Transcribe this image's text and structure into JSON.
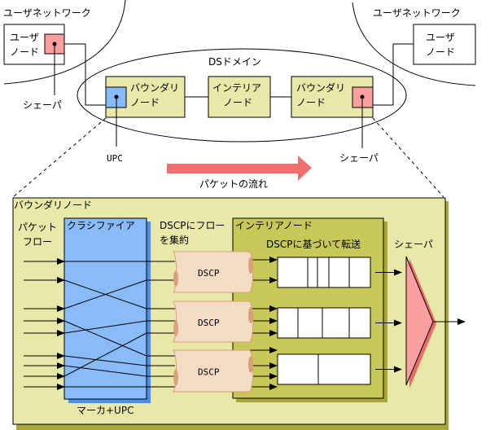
{
  "title": "DiffServ boundary node architecture",
  "colors": {
    "node_fill": "#e8e8a8",
    "node_shadow": "#a8a838",
    "interior_fill": "#c8c858",
    "classifier_fill": "#88bbf8",
    "classifier_shadow": "#4890f0",
    "upc_fill": "#88bbf8",
    "shaper_fill": "#f8a0a0",
    "shaper_shadow": "#f06868",
    "arrow_fill": "#f07070",
    "pipe_fill": "#f4dcc4",
    "pipe_edge": "#d8a078"
  },
  "top": {
    "user_network_left": "ユーザネットワーク",
    "user_network_right": "ユーザネットワーク",
    "user_node_left": [
      "ユーザ",
      "ノード"
    ],
    "user_node_right": [
      "ユーザ",
      "ノード"
    ],
    "ds_domain": "DSドメイン",
    "boundary_node_left": [
      "バウンダリ",
      "ノード"
    ],
    "interior_node": [
      "インテリア",
      "ノード"
    ],
    "boundary_node_right": [
      "バウンダリ",
      "ノード"
    ],
    "shaper_left_label": "シェーパ",
    "shaper_right_label": "シェーパ",
    "upc_label": "UPC",
    "flow_arrow_label": "パケットの流れ"
  },
  "detail": {
    "boundary_node_title": "バウンダリノード",
    "packet_flow": [
      "パケット",
      "フロー"
    ],
    "classifier_title": "クラシファイア",
    "classifier_footer": "マーカ+UPC",
    "aggregate_label": [
      "DSCPにフロー",
      "を集約"
    ],
    "interior_title": "インテリアノード",
    "forward_label": "DSCPに基づいて転送",
    "shaper_label": "シェーパ",
    "pipes": [
      "DSCP",
      "DSCP",
      "DSCP"
    ]
  }
}
